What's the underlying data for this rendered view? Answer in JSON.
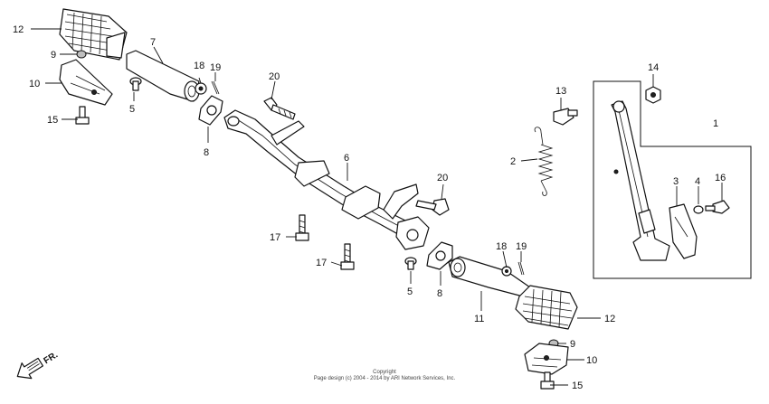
{
  "callouts": {
    "c1": "1",
    "c2": "2",
    "c3": "3",
    "c4": "4",
    "c5a": "5",
    "c5b": "5",
    "c6": "6",
    "c7": "7",
    "c8a": "8",
    "c8b": "8",
    "c9a": "9",
    "c9b": "9",
    "c10a": "10",
    "c10b": "10",
    "c11": "11",
    "c12a": "12",
    "c12b": "12",
    "c13": "13",
    "c14": "14",
    "c15a": "15",
    "c15b": "15",
    "c16": "16",
    "c17a": "17",
    "c17b": "17",
    "c18a": "18",
    "c18b": "18",
    "c19a": "19",
    "c19b": "19",
    "c20a": "20",
    "c20b": "20"
  },
  "direction_label": "FR.",
  "footer": {
    "line1": "Copyright",
    "line2": "Page design (c) 2004 - 2014 by ARI Network Services, Inc."
  }
}
